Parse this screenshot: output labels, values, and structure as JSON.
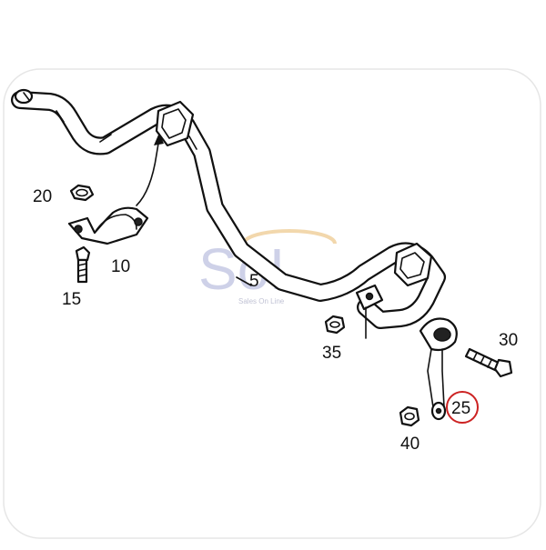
{
  "diagram": {
    "parts": [
      {
        "id": "stabilizer-bar",
        "number": "5"
      },
      {
        "id": "bushing-bracket",
        "number": "10"
      },
      {
        "id": "bracket-bolt",
        "number": "15"
      },
      {
        "id": "bracket-nut",
        "number": "20"
      },
      {
        "id": "link-rod",
        "number": "25",
        "highlighted": true
      },
      {
        "id": "link-bolt",
        "number": "30"
      },
      {
        "id": "bar-nut",
        "number": "35"
      },
      {
        "id": "link-nut",
        "number": "40"
      }
    ],
    "highlight_color": "#cc2222"
  },
  "watermark": {
    "text": "SoL",
    "subtitle": "Sales On Line"
  }
}
